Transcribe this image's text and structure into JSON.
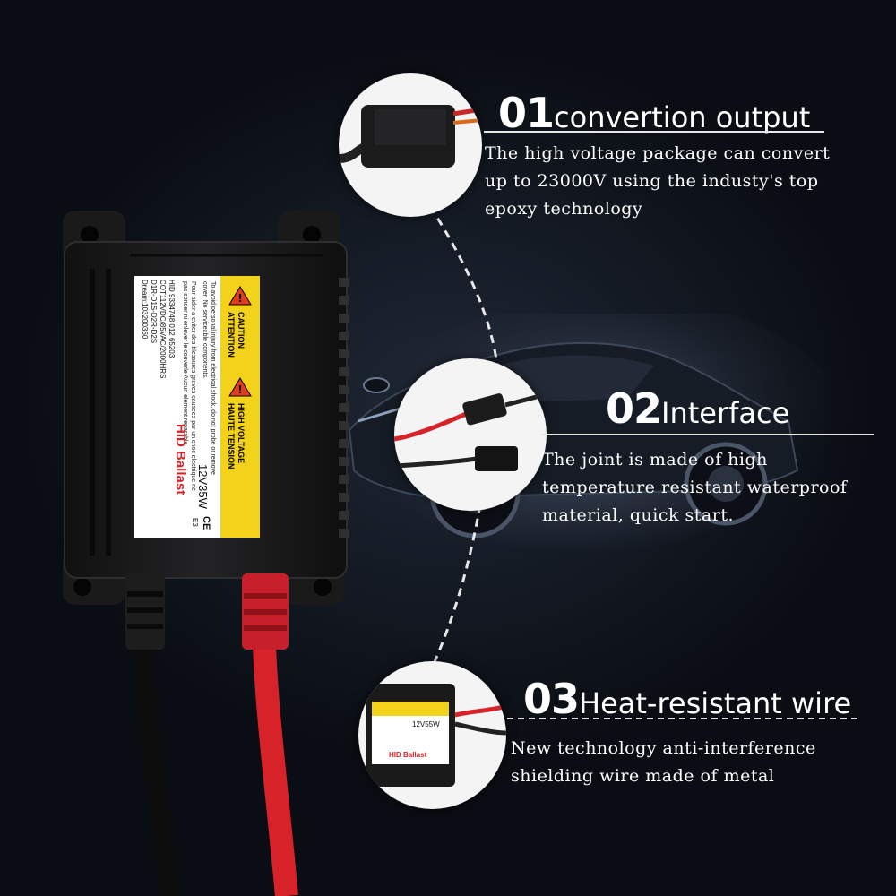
{
  "features": [
    {
      "number": "01",
      "title": "convertion output",
      "description": [
        "The high voltage package can convert",
        "up to 23000V using the industy's top",
        "epoxy technology"
      ]
    },
    {
      "number": "02",
      "title": "Interface",
      "description": [
        "The joint is made of high",
        "temperature resistant waterproof",
        "material,  quick start."
      ]
    },
    {
      "number": "03",
      "title": "Heat-resistant wire",
      "description": [
        "New technology anti-interference",
        "shielding wire made of metal"
      ]
    }
  ],
  "product_label": {
    "caution": "CAUTION",
    "attention": "ATTENTION",
    "high_voltage": "HIGH VOLTAGE",
    "haute_tension": "HAUTE TENSION",
    "warning_en": "To avoid personal injury from electrical shock, do not probe or remove cover. No serviceable components.",
    "warning_fr": "Pour aider a eviter des blessures graves causees par un choc electrique ne pas sonder ni enlever le couverle Aucun element reparable",
    "spec_1": "HID 9334748 012 65203",
    "spec_2": "COT112VDC/85VAC/2000HRS",
    "spec_3": "D1R-D1S-D2R-D2S",
    "spec_4": "Dream:103200360",
    "brand": "HID Ballast",
    "rating": "12V35W",
    "ce_mark": "CE",
    "e_mark": "E3"
  },
  "thumb_label": {
    "brand": "HID Ballast",
    "rating": "12V55W"
  },
  "colors": {
    "background": "#0d1119",
    "text": "#ffffff",
    "label_yellow": "#f2d21a",
    "wire_red": "#d8222a",
    "brand_red": "#d8222a",
    "housing": "#1b1b1c"
  }
}
